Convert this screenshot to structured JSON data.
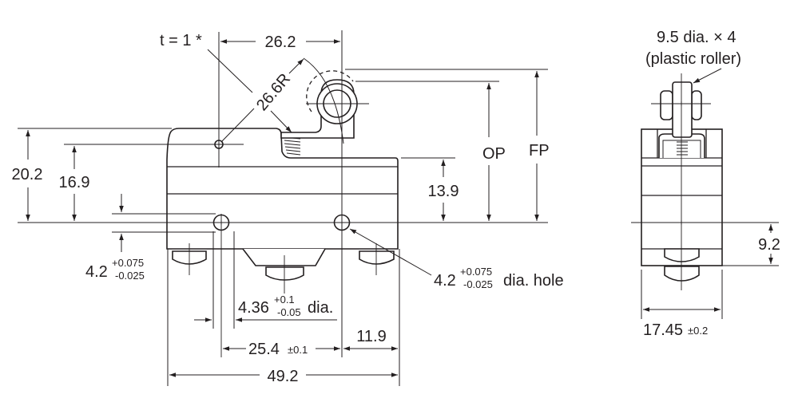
{
  "front_view": {
    "t_note": "t = 1 *",
    "d26_2": "26.2",
    "d26_6R": "26.6R",
    "d20_2": "20.2",
    "d16_9": "16.9",
    "d13_9": "13.9",
    "op": "OP",
    "fp": "FP",
    "d4_2_left": {
      "main": "4.2",
      "upper": "+0.075",
      "lower": "-0.025"
    },
    "hole": {
      "main": "4.2",
      "upper": "+0.075",
      "lower": "-0.025",
      "suffix": "dia. hole"
    },
    "d4_36": {
      "main": "4.36",
      "upper": "+0.1",
      "lower": "-0.05",
      "suffix": "dia."
    },
    "d25_4": {
      "main": "25.4",
      "tol": "±0.1"
    },
    "d11_9": "11.9",
    "d49_2": "49.2"
  },
  "side_view": {
    "roller_note_1": "9.5 dia. × 4",
    "roller_note_2": "(plastic roller)",
    "d9_2": "9.2",
    "d17_45": {
      "main": "17.45",
      "tol": "±0.2"
    }
  }
}
